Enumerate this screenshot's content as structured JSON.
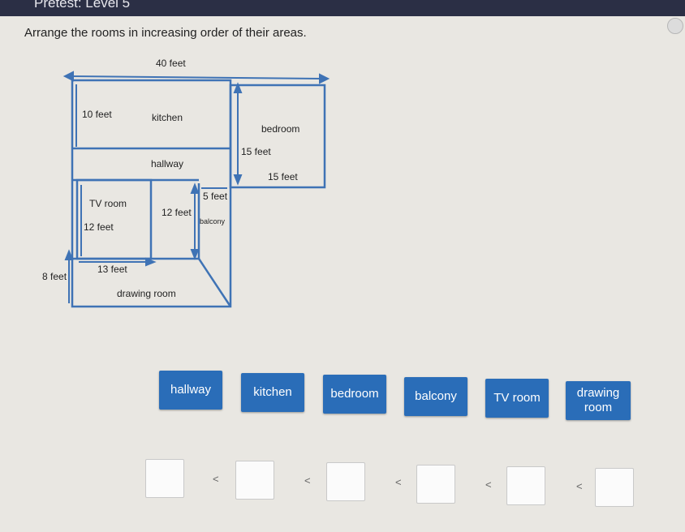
{
  "header": {
    "title": "Pretest: Level 5"
  },
  "question": {
    "text": "Arrange the rooms in increasing order of their areas."
  },
  "diagram": {
    "overall_width": "40 feet",
    "rooms": {
      "kitchen": "kitchen",
      "bedroom": "bedroom",
      "hallway": "hallway",
      "tv_room": "TV room",
      "balcony": "balcony",
      "drawing_room": "drawing room"
    },
    "dimensions": {
      "kitchen_height": "10 feet",
      "bedroom_height": "15 feet",
      "bedroom_width": "15 feet",
      "balcony_width": "5 feet",
      "balcony_height": "12 feet",
      "tv_room_height": "12 feet",
      "drawing_room_width": "13 feet",
      "drawing_room_height": "8 feet"
    }
  },
  "choices": {
    "hallway": "hallway",
    "kitchen": "kitchen",
    "bedroom": "bedroom",
    "balcony": "balcony",
    "tv_room": "TV room",
    "drawing_room_line1": "drawing",
    "drawing_room_line2": "room"
  },
  "answer": {
    "separator": "<"
  },
  "colors": {
    "topbar": "#2b2f45",
    "chip": "#2a6db8",
    "diagram_line": "#3f73b5"
  }
}
